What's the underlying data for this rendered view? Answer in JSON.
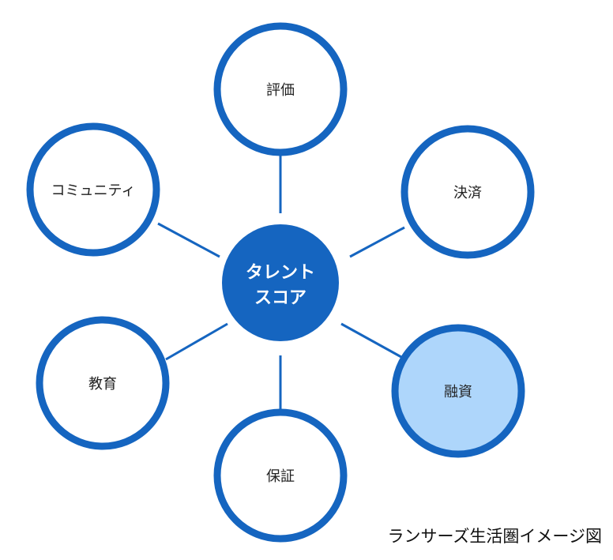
{
  "center": {
    "line1": "タレント",
    "line2": "スコア",
    "color": "#1565c0"
  },
  "nodes": [
    {
      "id": "evaluation",
      "label": "評価",
      "highlighted": false
    },
    {
      "id": "payment",
      "label": "決済",
      "highlighted": false
    },
    {
      "id": "financing",
      "label": "融資",
      "highlighted": true
    },
    {
      "id": "guarantee",
      "label": "保証",
      "highlighted": false
    },
    {
      "id": "education",
      "label": "教育",
      "highlighted": false
    },
    {
      "id": "community",
      "label": "コミュニティ",
      "highlighted": false
    }
  ],
  "colors": {
    "ring": "#1565c0",
    "connector": "#1565c0",
    "node_fill": "#ffffff",
    "highlight_fill": "#aed6fb"
  },
  "caption": "ランサーズ生活圏イメージ図"
}
